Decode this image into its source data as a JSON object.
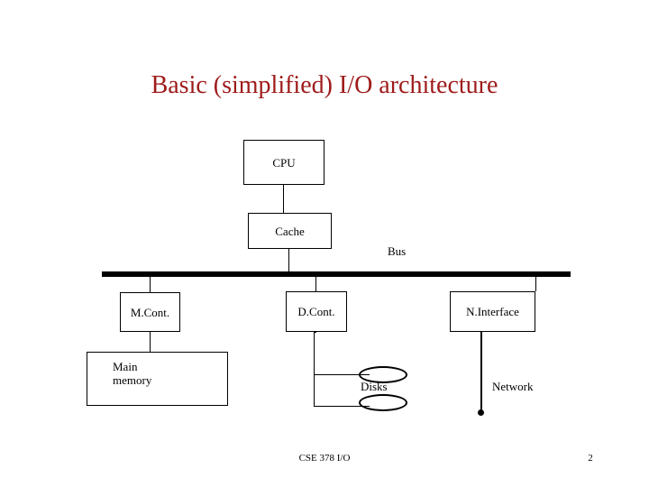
{
  "slide": {
    "title": "Basic (simplified) I/O architecture",
    "title_color": "#9E1B1B",
    "background_color": "#FFFFFF",
    "line_color": "#000000"
  },
  "diagram": {
    "cpu": {
      "label": "CPU"
    },
    "cache": {
      "label": "Cache"
    },
    "bus": {
      "label": "Bus"
    },
    "memory_controller": {
      "label": "M.Cont."
    },
    "disk_controller": {
      "label": "D.Cont."
    },
    "network_interface": {
      "label": "N.Interface"
    },
    "main_memory": {
      "line1": "Main",
      "line2": "memory"
    },
    "disks": {
      "label": "Disks"
    },
    "network": {
      "label": "Network"
    }
  },
  "footer": {
    "course": "CSE 378 I/O",
    "page_number": "2"
  }
}
